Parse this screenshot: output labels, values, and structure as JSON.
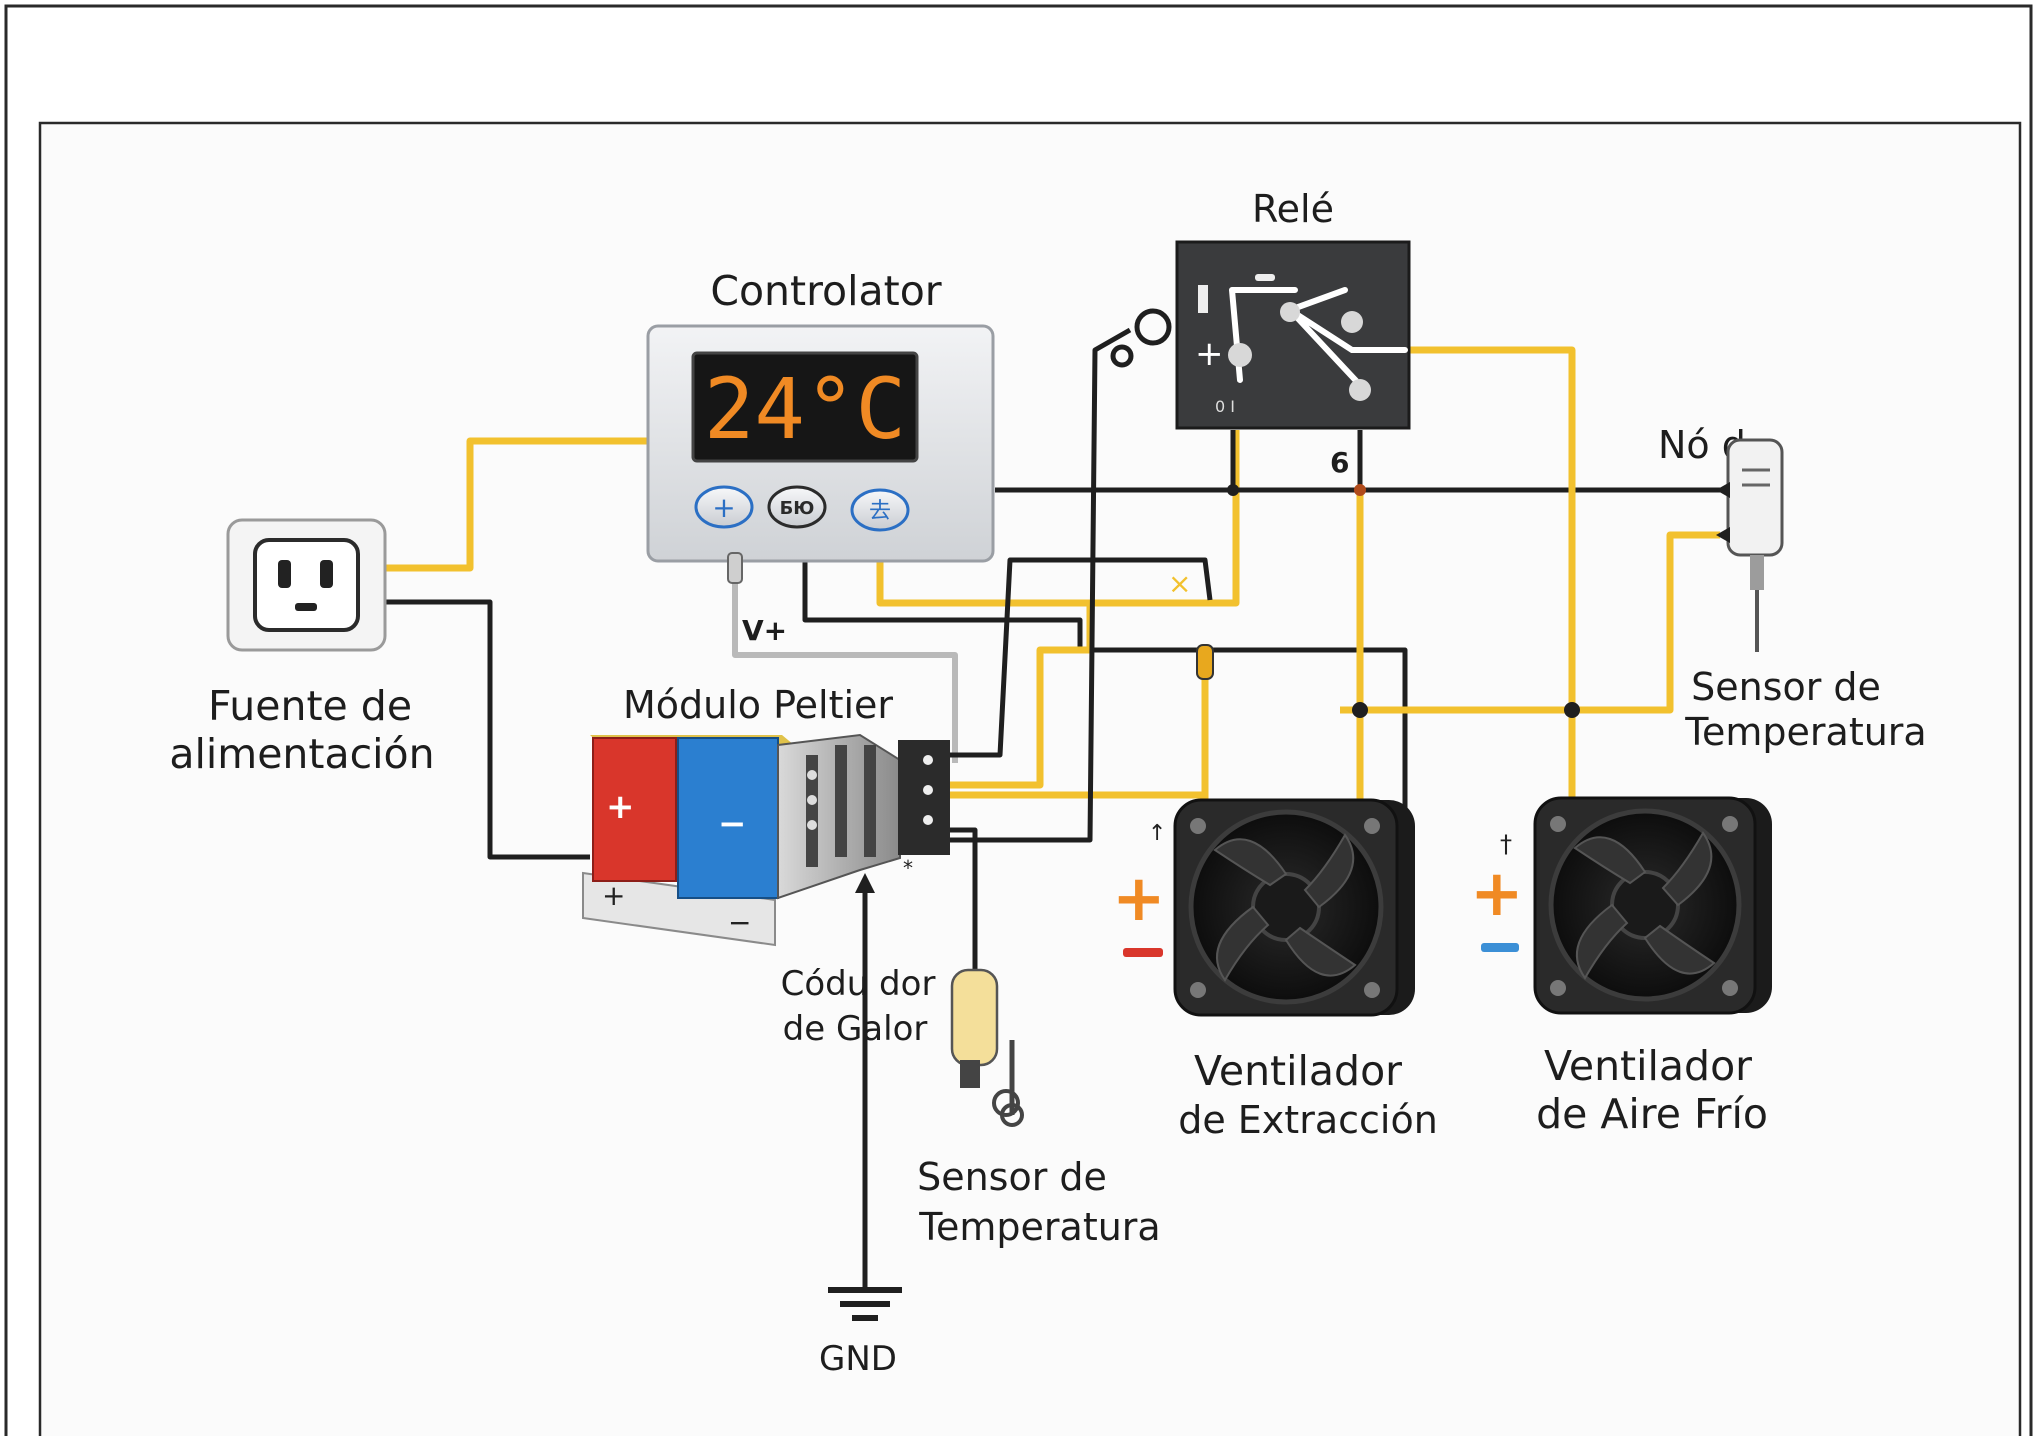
{
  "diagram": {
    "labels": {
      "controller": "Controlator",
      "display": "24°C",
      "btn1": "+",
      "btn2": "БЮ",
      "btn3": "去",
      "relay": "Relé",
      "relay_pin": "6",
      "node": "Nó d",
      "power_line1": "Fuente de",
      "power_line2": "alimentación",
      "peltier": "Módulo Peltier",
      "vplus": "V+",
      "heatsink_line1": "Códu dor",
      "heatsink_line2": "de Galor",
      "sensor_bottom_line1": "Sensor de",
      "sensor_bottom_line2": "Temperatura",
      "sensor_right_line1": "Sensor de",
      "sensor_right_line2": "Temperatura",
      "fan1_line1": "Ventilador",
      "fan1_line2": "de Extracción",
      "fan2_line1": "Ventilador",
      "fan2_line2": "de Aire Frío",
      "gnd": "GND"
    },
    "colors": {
      "wire_yellow": "#f2c12e",
      "wire_black": "#1f1f1f",
      "peltier_positive": "#d9362b",
      "peltier_negative": "#2b7fd0",
      "display_text": "#f08a24",
      "fan1_plus": "#f08a24",
      "fan1_minus": "#d9362b",
      "fan2_plus": "#f08a24",
      "fan2_minus": "#3b8fd6"
    }
  }
}
